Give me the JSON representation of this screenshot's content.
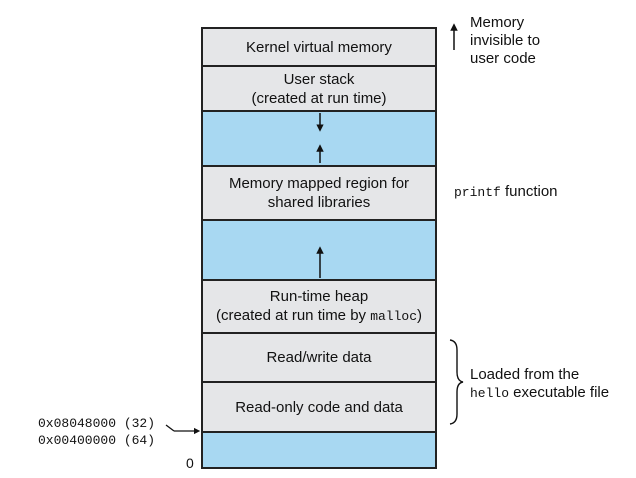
{
  "segments": {
    "kernel": "Kernel virtual memory",
    "stack_l1": "User stack",
    "stack_l2": "(created at run time)",
    "mmap_l1": "Memory mapped region for",
    "mmap_l2": "shared libraries",
    "heap_l1": "Run-time heap",
    "heap_l2_pre": "(created at run time by ",
    "heap_l2_code": "malloc",
    "heap_l2_post": ")",
    "rw": "Read/write data",
    "ro": "Read-only code and data"
  },
  "annotations": {
    "kernel_note_l1": "Memory",
    "kernel_note_l2": "invisible to",
    "kernel_note_l3": "user code",
    "printf_code": "printf",
    "printf_text": " function",
    "loaded_l1": "Loaded from the",
    "loaded_code": "hello",
    "loaded_text": " executable file"
  },
  "addresses": {
    "addr32": "0x08048000 (32)",
    "addr64": "0x00400000 (64)",
    "zero": "0"
  },
  "colors": {
    "region_gray": "#e5e6e8",
    "region_blue": "#a8d8f2"
  }
}
